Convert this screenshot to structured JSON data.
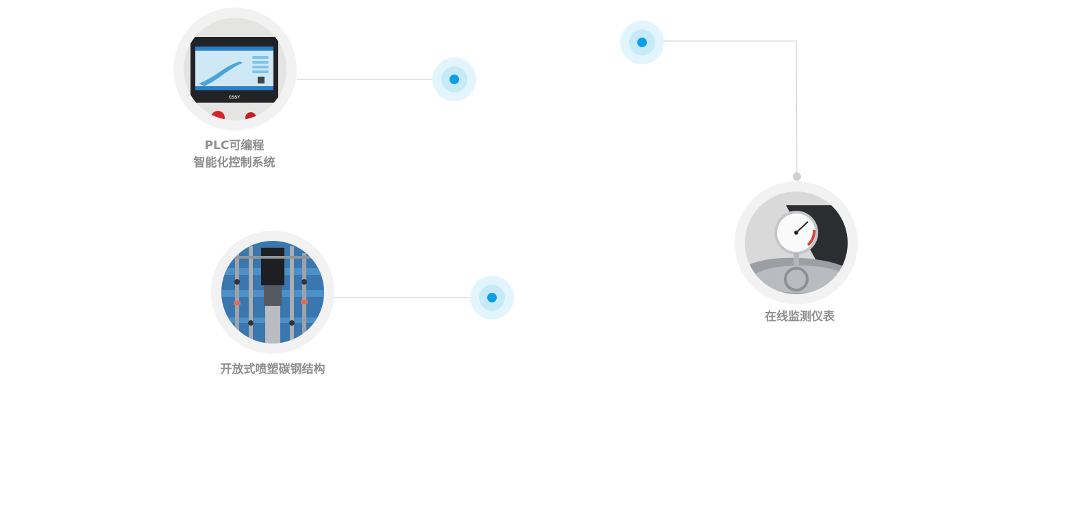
{
  "features": [
    {
      "id": "plc",
      "label_lines": [
        "PLC可编程",
        "智能化控制系统"
      ],
      "icon": "plc-touchscreen-photo",
      "brand_text": "CSSY"
    },
    {
      "id": "frame",
      "label_lines": [
        "开放式喷塑碳钢结构"
      ],
      "icon": "carbon-steel-frame-photo"
    },
    {
      "id": "monitor",
      "label_lines": [
        "在线监测仪表"
      ],
      "icon": "pressure-gauge-photo"
    }
  ],
  "colors": {
    "hotspot_core": "#0ba0e6",
    "hotspot_mid": "#c6eaf8",
    "hotspot_outer": "#e3f5fc",
    "label": "#8f8f8f",
    "line": "#cccccc",
    "ring": "#f2f2f2"
  }
}
